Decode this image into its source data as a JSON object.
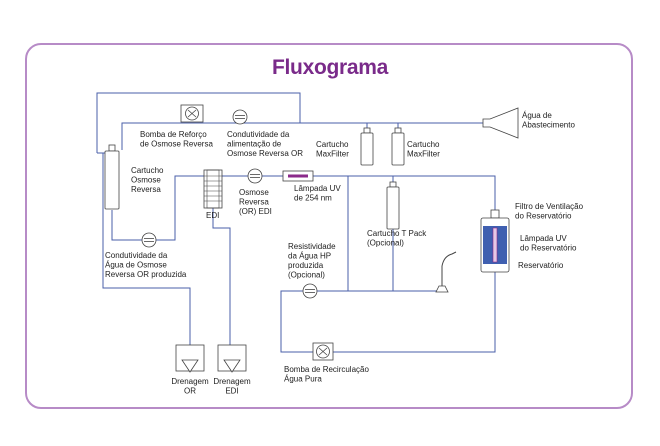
{
  "title": "Fluxograma",
  "labels": {
    "agua_abastecimento": [
      "Água de",
      "Abastecimento"
    ],
    "bomba_reforco": [
      "Bomba de Reforço",
      "de Osmose Reversa"
    ],
    "condutividade_alimentacao": [
      "Condutividade da",
      "alimentação de",
      "Osmose Reversa OR"
    ],
    "cartucho_maxfilter_1": [
      "Cartucho",
      "MaxFilter"
    ],
    "cartucho_maxfilter_2": [
      "Cartucho",
      "MaxFilter"
    ],
    "cartucho_osmose": [
      "Cartucho",
      "Osmose",
      "Reversa"
    ],
    "edi": [
      "EDI"
    ],
    "osmose_edi": [
      "Osmose",
      "Reversa",
      "(OR) EDI"
    ],
    "lampada_uv_254": [
      "Lâmpada UV",
      "de 254 nm"
    ],
    "filtro_ventilacao": [
      "Filtro de Ventilação",
      "do Reservatório"
    ],
    "cartucho_tpack": [
      "Cartucho T Pack",
      "(Opcional)"
    ],
    "lampada_uv_reservatorio": [
      "Lâmpada UV",
      "do Reservatório"
    ],
    "reservatorio": [
      "Reservatório"
    ],
    "resistividade": [
      "Resistividade",
      "da Água HP",
      "produzida",
      "(Opcional)"
    ],
    "condutividade_produzida": [
      "Condutividade da",
      "Água de Osmose",
      "Reversa OR produzida"
    ],
    "bomba_recirculacao": [
      "Bomba de Recirculação",
      "Água Pura"
    ],
    "drenagem_or": [
      "Drenagem",
      "OR"
    ],
    "drenagem_edi": [
      "Drenagem",
      "EDI"
    ]
  },
  "colors": {
    "frame": "#b78bc7",
    "title": "#7a2b8a",
    "pipe": "#4a5fa8",
    "uv_lamp": "#8b2a8a",
    "reservoir_water": "#3f5fb0"
  }
}
